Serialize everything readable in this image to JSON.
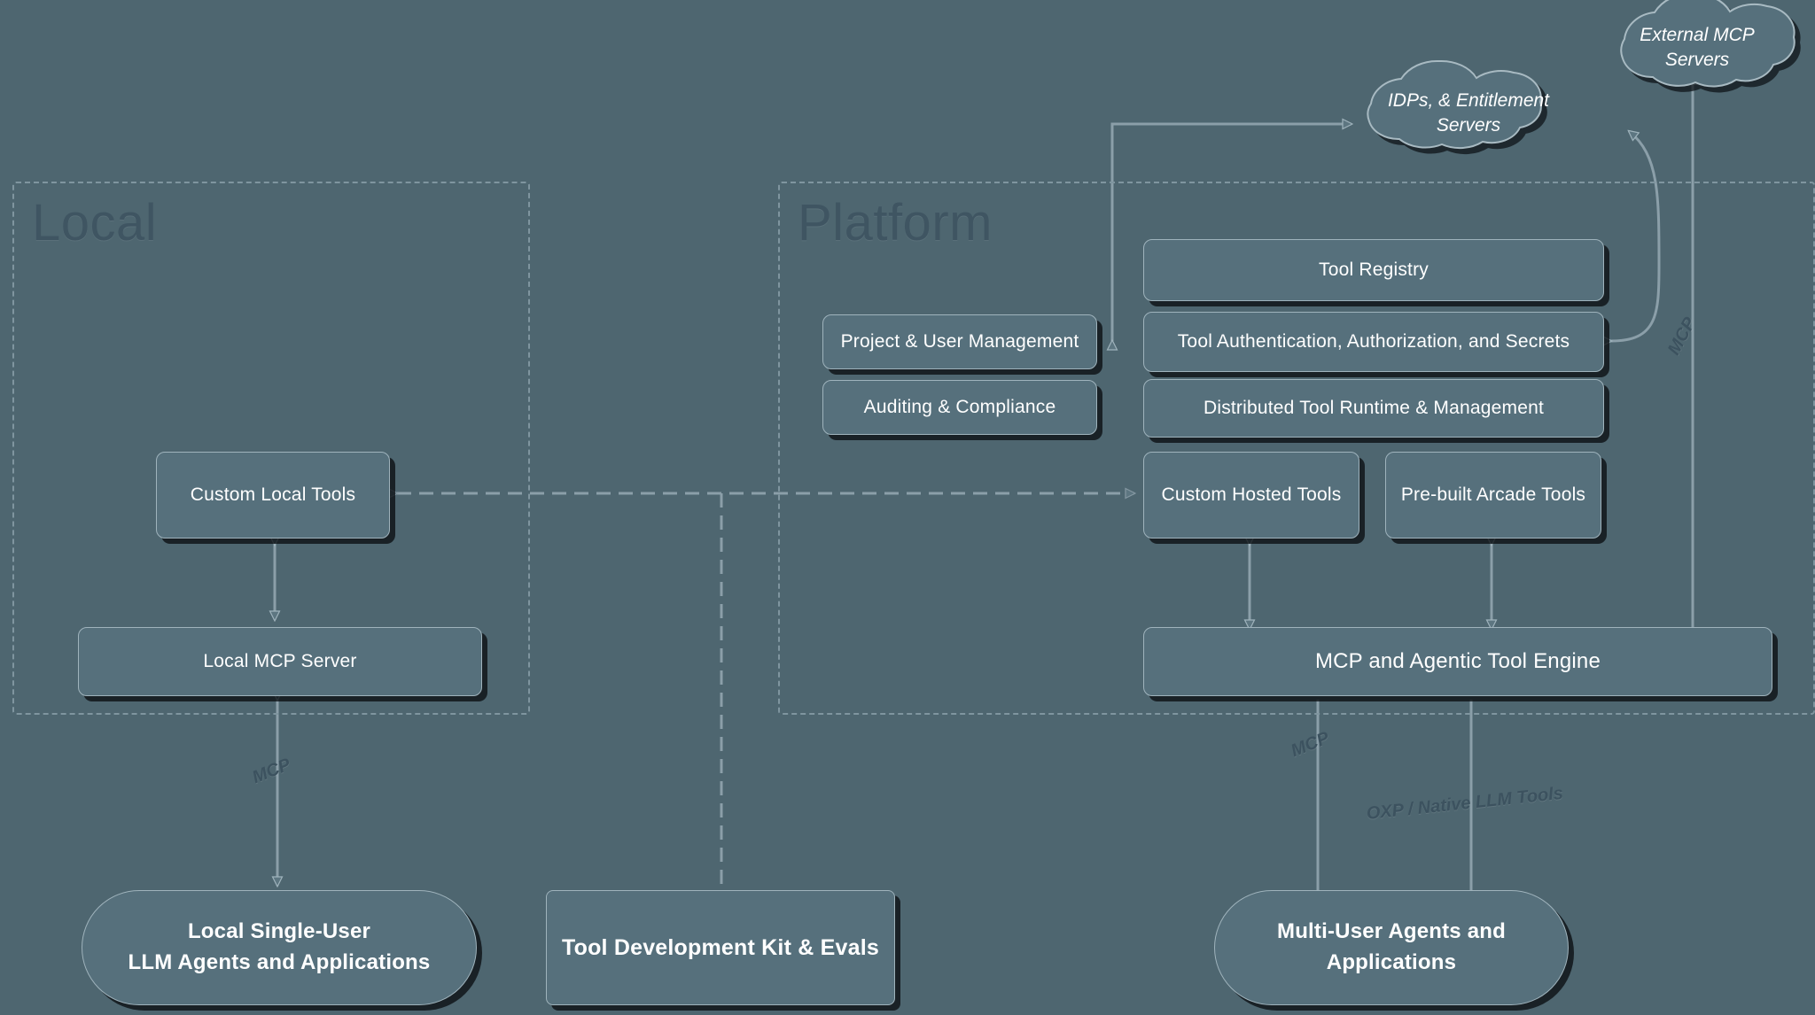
{
  "diagram": {
    "title": "Arcade Tool Platform Architecture",
    "background_color": "#4e6670",
    "node_fill": "#56707c",
    "node_border": "#9fb3bc",
    "node_text": "#ffffff",
    "zone_border": "#7f959f",
    "zone_title_color": "#3f5562",
    "connector_color": "#8b9fa9"
  },
  "zones": [
    {
      "id": "local",
      "label": "Local"
    },
    {
      "id": "platform",
      "label": "Platform"
    }
  ],
  "clouds": [
    {
      "id": "external-mcp-servers",
      "label": "External MCP Servers"
    },
    {
      "id": "idps-entitlement",
      "line1": "IDPs, & Entitlement",
      "line2": "Servers"
    }
  ],
  "nodes": {
    "custom_local_tools": "Custom Local Tools",
    "local_mcp_server": "Local MCP Server",
    "project_user_mgmt": "Project & User Management",
    "auditing_compliance": "Auditing & Compliance",
    "tool_registry": "Tool Registry",
    "tool_auth": "Tool Authentication, Authorization, and Secrets",
    "distributed_runtime": "Distributed Tool Runtime & Management",
    "custom_hosted_tools": "Custom Hosted Tools",
    "prebuilt_arcade_tools": "Pre-built Arcade Tools",
    "mcp_agentic_engine": "MCP and Agentic Tool Engine",
    "tool_dev_kit": "Tool Development Kit & Evals"
  },
  "terminals": {
    "local_agents_line1": "Local Single-User",
    "local_agents_line2": "LLM Agents and Applications",
    "multi_agents_line1": "Multi-User Agents and",
    "multi_agents_line2": "Applications"
  },
  "edge_labels": {
    "mcp_local": "MCP",
    "mcp_right": "MCP",
    "mcp_platform": "MCP",
    "oxp_native": "OXP / Native LLM Tools"
  }
}
